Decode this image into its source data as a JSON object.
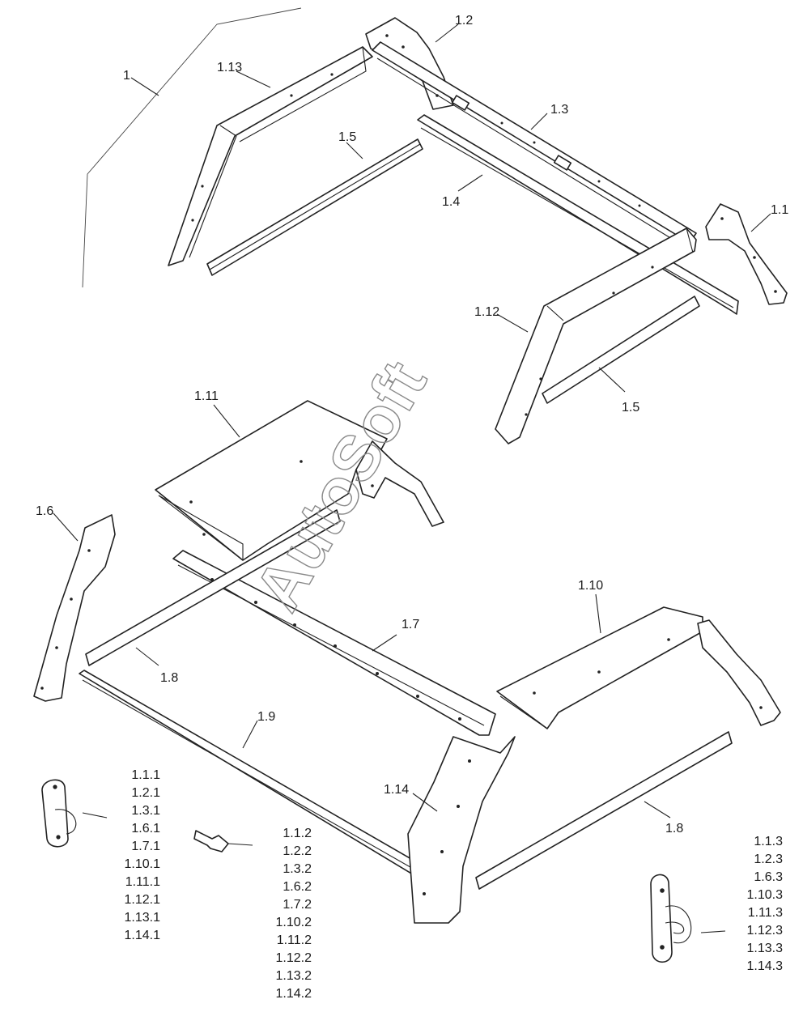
{
  "watermark": "AutoSoft",
  "labels": {
    "l1": "1",
    "l1_1": "1.1",
    "l1_2": "1.2",
    "l1_3": "1.3",
    "l1_4": "1.4",
    "l1_5a": "1.5",
    "l1_5b": "1.5",
    "l1_6": "1.6",
    "l1_7": "1.7",
    "l1_8a": "1.8",
    "l1_8b": "1.8",
    "l1_9": "1.9",
    "l1_10": "1.10",
    "l1_11": "1.11",
    "l1_12": "1.12",
    "l1_13": "1.13",
    "l1_14": "1.14"
  },
  "lists": {
    "list1": [
      "1.1.1",
      "1.2.1",
      "1.3.1",
      "1.6.1",
      "1.7.1",
      "1.10.1",
      "1.11.1",
      "1.12.1",
      "1.13.1",
      "1.14.1"
    ],
    "list2": [
      "1.1.2",
      "1.2.2",
      "1.3.2",
      "1.6.2",
      "1.7.2",
      "1.10.2",
      "1.11.2",
      "1.12.2",
      "1.13.2",
      "1.14.2"
    ],
    "list3": [
      "1.1.3",
      "1.2.3",
      "1.6.3",
      "1.10.3",
      "1.11.3",
      "1.12.3",
      "1.13.3",
      "1.14.3"
    ]
  }
}
